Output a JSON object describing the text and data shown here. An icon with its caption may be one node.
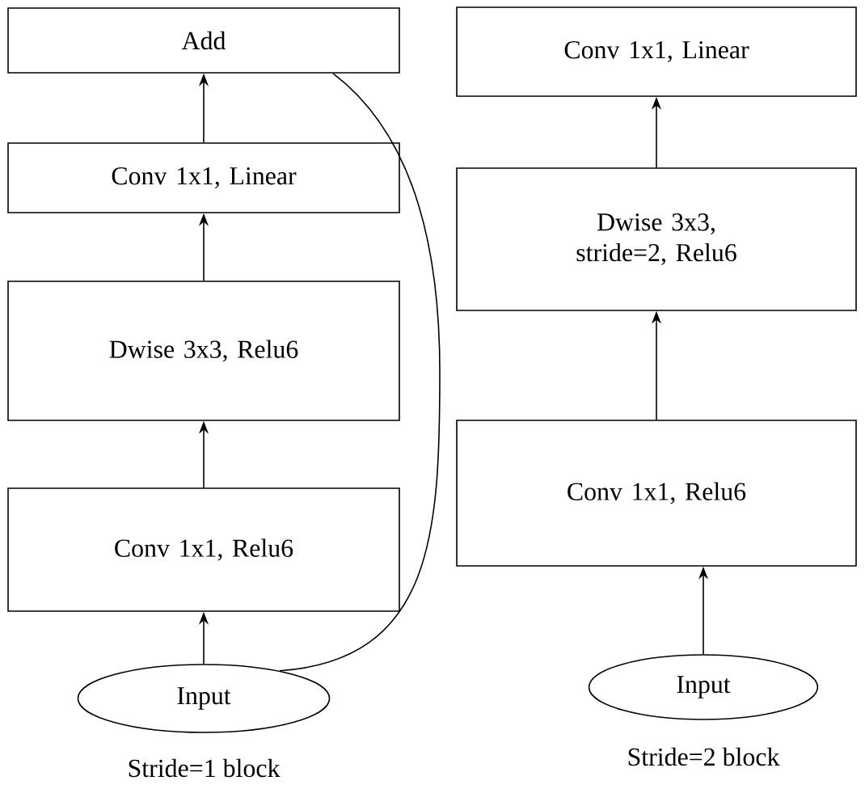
{
  "diagram": {
    "nodes": [
      {
        "text": [
          "Add"
        ]
      },
      {
        "text": [
          "Conv 1x1, Linear"
        ]
      },
      {
        "text": [
          "Dwise 3x3, Relu6"
        ]
      },
      {
        "text": [
          "Conv 1x1, Relu6"
        ]
      },
      {
        "text": [
          "Input"
        ]
      },
      {
        "text": [
          "Conv 1x1, Linear"
        ]
      },
      {
        "text": [
          "Dwise 3x3, stride=2, Relu6"
        ]
      },
      {
        "text": [
          "Conv 1x1, Relu6"
        ]
      },
      {
        "text": [
          "Input"
        ]
      }
    ],
    "edges": [
      {
        "from": 4,
        "to": 3,
        "arrow": "to"
      },
      {
        "from": 3,
        "to": 2,
        "arrow": "to"
      },
      {
        "from": 2,
        "to": 1,
        "arrow": "to"
      },
      {
        "from": 1,
        "to": 0,
        "arrow": "to"
      },
      {
        "from": 4,
        "to": 0,
        "arrow": "none"
      },
      {
        "from": 8,
        "to": 7,
        "arrow": "to"
      },
      {
        "from": 7,
        "to": 6,
        "arrow": "to"
      },
      {
        "from": 6,
        "to": 5,
        "arrow": "to"
      }
    ],
    "labels": [
      "Stride=1 block",
      "Stride=2 block"
    ]
  }
}
